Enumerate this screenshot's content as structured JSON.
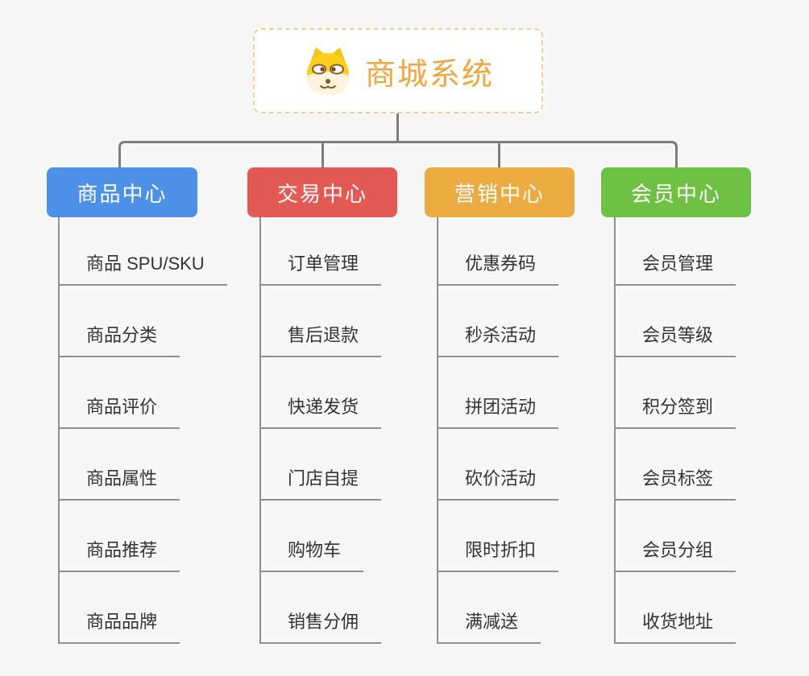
{
  "root": {
    "title": "商城系统",
    "icon": "shiba-dog-icon",
    "title_color": "#f0a63c",
    "border_color": "#f4cd8c"
  },
  "branches": [
    {
      "label": "商品中心",
      "color": "#4d90e8",
      "items": [
        "商品 SPU/SKU",
        "商品分类",
        "商品评价",
        "商品属性",
        "商品推荐",
        "商品品牌"
      ]
    },
    {
      "label": "交易中心",
      "color": "#e35a55",
      "items": [
        "订单管理",
        "售后退款",
        "快递发货",
        "门店自提",
        "购物车",
        "销售分佣"
      ]
    },
    {
      "label": "营销中心",
      "color": "#ebab41",
      "items": [
        "优惠券码",
        "秒杀活动",
        "拼团活动",
        "砍价活动",
        "限时折扣",
        "满减送"
      ]
    },
    {
      "label": "会员中心",
      "color": "#6fc143",
      "items": [
        "会员管理",
        "会员等级",
        "积分签到",
        "会员标签",
        "会员分组",
        "收货地址"
      ]
    }
  ],
  "colors": {
    "background": "#f7f7f7",
    "connector_line": "#7d7d7d",
    "branch_line": "#8f8f8f",
    "leaf_text": "#333333"
  }
}
